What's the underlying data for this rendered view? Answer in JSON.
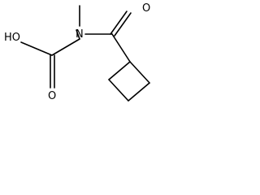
{
  "molecule": {
    "atom_labels": {
      "hydroxyl": "HO",
      "carboxyl_oxygen": "O",
      "nitrogen": "N",
      "amide_oxygen": "O"
    }
  }
}
